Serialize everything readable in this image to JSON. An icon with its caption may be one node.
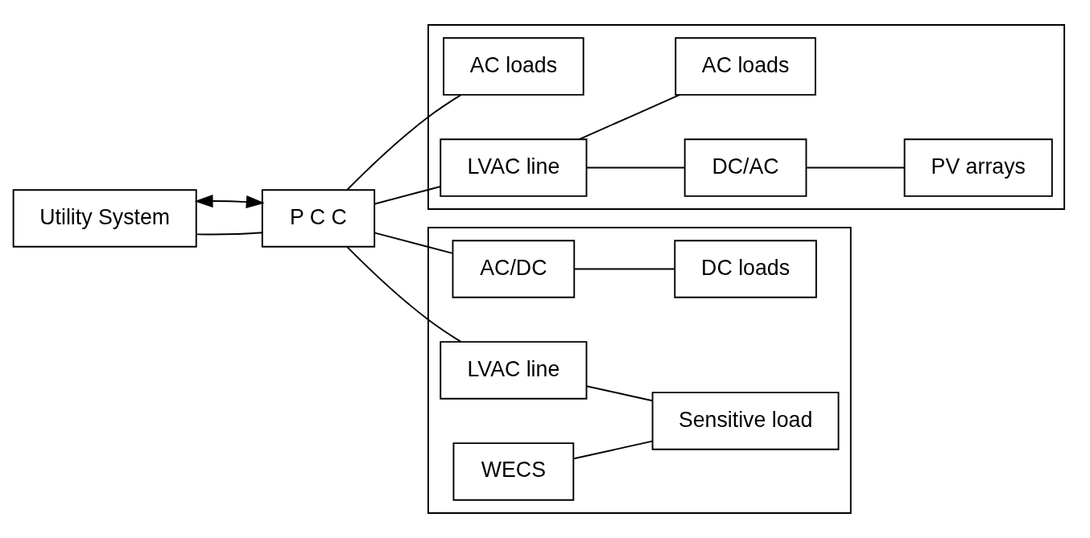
{
  "diagram": {
    "nodes": [
      {
        "text": [
          "Utility System"
        ]
      },
      {
        "text": [
          "P C C"
        ]
      },
      {
        "text": [],
        "shape": "box"
      },
      {
        "text": [
          "AC loads"
        ],
        "in": 2
      },
      {
        "text": [
          "DC/AC"
        ],
        "in": 2
      },
      {
        "text": [
          "PV arrays"
        ],
        "in": 2
      },
      {
        "text": [
          "LVAC line"
        ],
        "in": 2
      },
      {
        "text": [
          "AC loads"
        ],
        "in": 2
      },
      {
        "text": [],
        "shape": "box"
      },
      {
        "text": [
          "LVAC line"
        ],
        "in": 8
      },
      {
        "text": [
          "AC/DC"
        ],
        "in": 8
      },
      {
        "text": [
          "Sensitive load"
        ],
        "in": 8
      },
      {
        "text": [
          "DC loads"
        ],
        "in": 8
      },
      {
        "text": [
          "WECS"
        ],
        "in": 8
      }
    ],
    "edges": [
      {
        "from": 0,
        "to": 1,
        "arrow": "none"
      },
      {
        "from": 0,
        "to": 1,
        "arrow": "both"
      },
      {
        "from": 1,
        "to": 6,
        "arrow": "none"
      },
      {
        "from": 1,
        "to": 3,
        "arrow": "none"
      },
      {
        "from": 4,
        "to": 5,
        "arrow": "none"
      },
      {
        "from": 6,
        "to": 4,
        "arrow": "none"
      },
      {
        "from": 6,
        "to": 7,
        "arrow": "none"
      },
      {
        "from": 1,
        "to": 9,
        "arrow": "none"
      },
      {
        "from": 1,
        "to": 10,
        "arrow": "none"
      },
      {
        "from": 10,
        "to": 12,
        "arrow": "none"
      },
      {
        "from": 9,
        "to": 11,
        "arrow": "none"
      },
      {
        "from": 13,
        "to": 11,
        "arrow": "none"
      }
    ]
  }
}
